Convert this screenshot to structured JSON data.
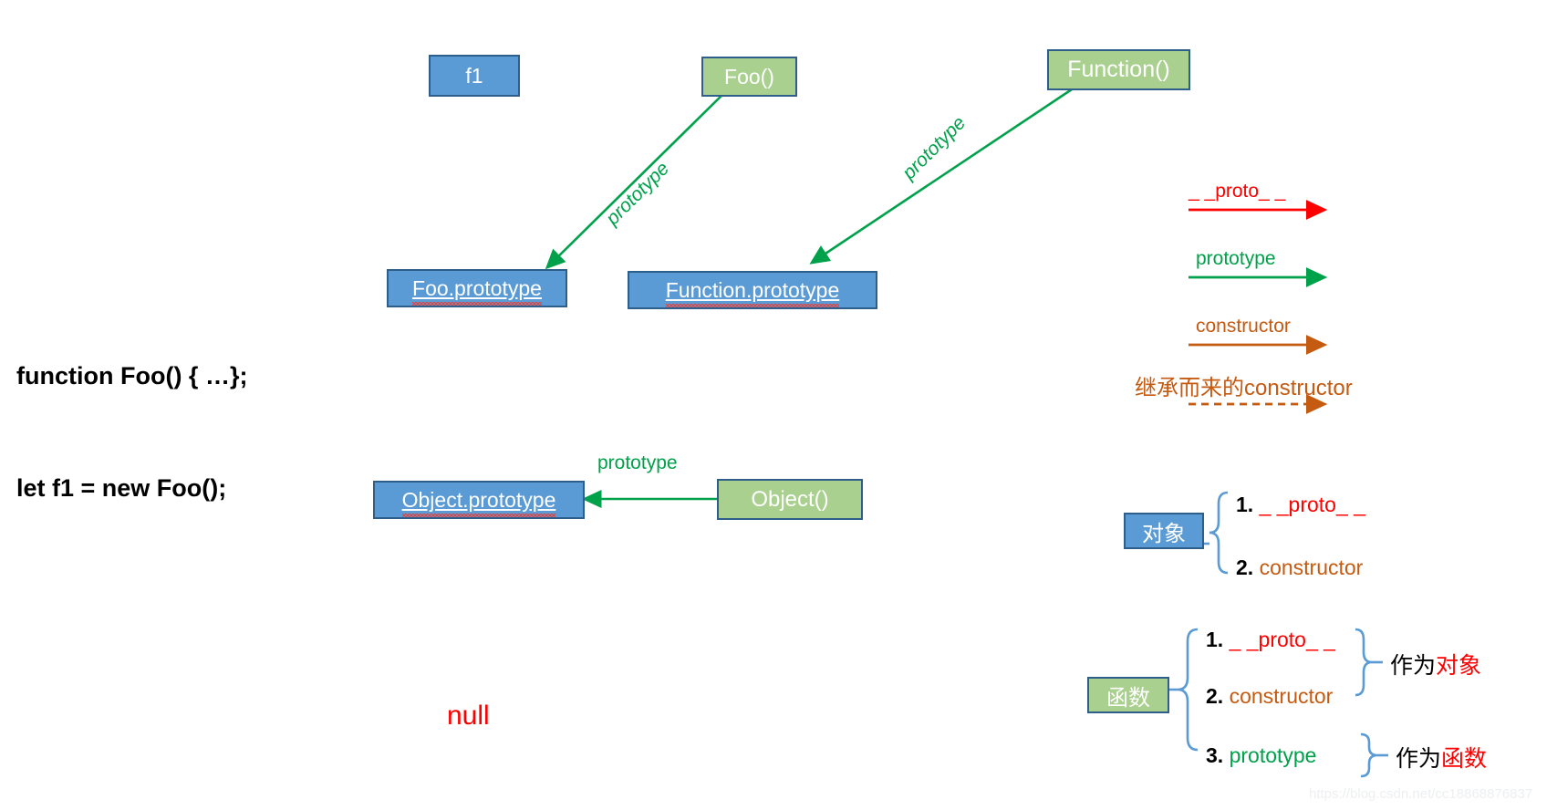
{
  "code_block": {
    "line1": "function Foo() { …};",
    "line2": "let f1 = new Foo();"
  },
  "nodes": [
    {
      "id": "f1",
      "label": "f1",
      "kind": "blue"
    },
    {
      "id": "foo",
      "label": "Foo()",
      "kind": "green"
    },
    {
      "id": "function",
      "label": "Function()",
      "kind": "green"
    },
    {
      "id": "foo-prototype",
      "label": "Foo.prototype",
      "kind": "blue"
    },
    {
      "id": "function-prototype",
      "label": "Function.prototype",
      "kind": "blue"
    },
    {
      "id": "object-prototype",
      "label": "Object.prototype",
      "kind": "blue"
    },
    {
      "id": "object",
      "label": "Object()",
      "kind": "green"
    },
    {
      "id": "duixiang",
      "label": "对象",
      "kind": "blue"
    },
    {
      "id": "hanshu",
      "label": "函数",
      "kind": "green"
    }
  ],
  "edges": [
    {
      "from": "foo",
      "to": "foo-prototype",
      "label": "prototype"
    },
    {
      "from": "function",
      "to": "function-prototype",
      "label": "prototype"
    },
    {
      "from": "object",
      "to": "object-prototype",
      "label": "prototype"
    }
  ],
  "null_label": "null",
  "legend": {
    "items": [
      {
        "label": "_ _proto_ _",
        "color": "#FF0000",
        "style": "solid"
      },
      {
        "label": "prototype",
        "color": "#00A14B",
        "style": "solid"
      },
      {
        "label": "constructor",
        "color": "#C55A11",
        "style": "solid"
      },
      {
        "label": "继承而来的constructor",
        "color": "#C55A11",
        "style": "dashed"
      }
    ]
  },
  "object_props": {
    "title": "对象",
    "items": [
      {
        "num": "1.",
        "name": "_ _proto_ _",
        "color": "#FF0000"
      },
      {
        "num": "2.",
        "name": "constructor",
        "color": "#C55A11"
      }
    ]
  },
  "function_props": {
    "title": "函数",
    "items": [
      {
        "num": "1.",
        "name": "_ _proto_ _",
        "color": "#FF0000"
      },
      {
        "num": "2.",
        "name": "constructor",
        "color": "#C55A11"
      },
      {
        "num": "3.",
        "name": "prototype",
        "color": "#00A14B"
      }
    ],
    "annotations": [
      {
        "prefix": "作为",
        "highlight": "对象"
      },
      {
        "prefix": "作为",
        "highlight": "函数"
      }
    ]
  },
  "watermark": "https://blog.csdn.net/cc18868876837",
  "colors": {
    "box_blue": "#5B9BD5",
    "box_green": "#A9D08E",
    "box_border": "#2E5F8A",
    "arrow_green": "#00A14B",
    "arrow_red": "#FF0000",
    "arrow_orange": "#C55A11",
    "brace_blue": "#5B9BD5"
  }
}
